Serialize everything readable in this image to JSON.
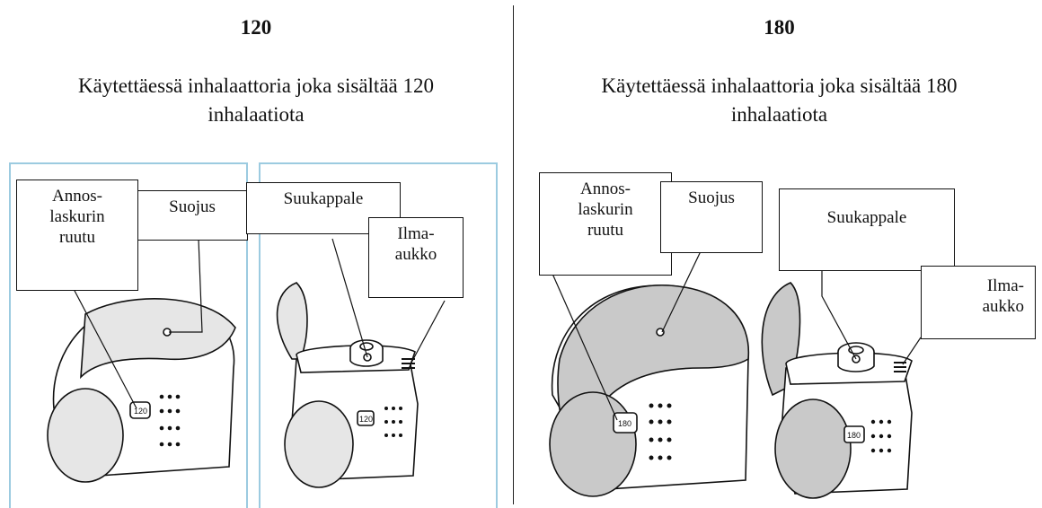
{
  "left": {
    "heading": "120",
    "subtitle_line1": "Käytettäessä inhalaattoria joka sisältää 120",
    "subtitle_line2": "inhalaatiota",
    "counter_value": "120",
    "labels": {
      "dose_counter_line1": "Annos-",
      "dose_counter_line2": "laskurin",
      "dose_counter_line3": "ruutu",
      "cap": "Suojus",
      "mouthpiece": "Suukappale",
      "air_vent_line1": "Ilma-",
      "air_vent_line2": "aukko"
    }
  },
  "right": {
    "heading": "180",
    "subtitle_line1": "Käytettäessä inhalaattoria joka sisältää 180",
    "subtitle_line2": "inhalaatiota",
    "counter_value": "180",
    "labels": {
      "dose_counter_line1": "Annos-",
      "dose_counter_line2": "laskurin",
      "dose_counter_line3": "ruutu",
      "cap": "Suojus",
      "mouthpiece": "Suukappale",
      "air_vent_line1": "Ilma-",
      "air_vent_line2": "aukko"
    }
  },
  "colors": {
    "frame_border": "#9ccbe0",
    "cap_shade_left": "#e6e6e6",
    "cap_shade_right": "#c9c9c9",
    "line": "#111111"
  }
}
